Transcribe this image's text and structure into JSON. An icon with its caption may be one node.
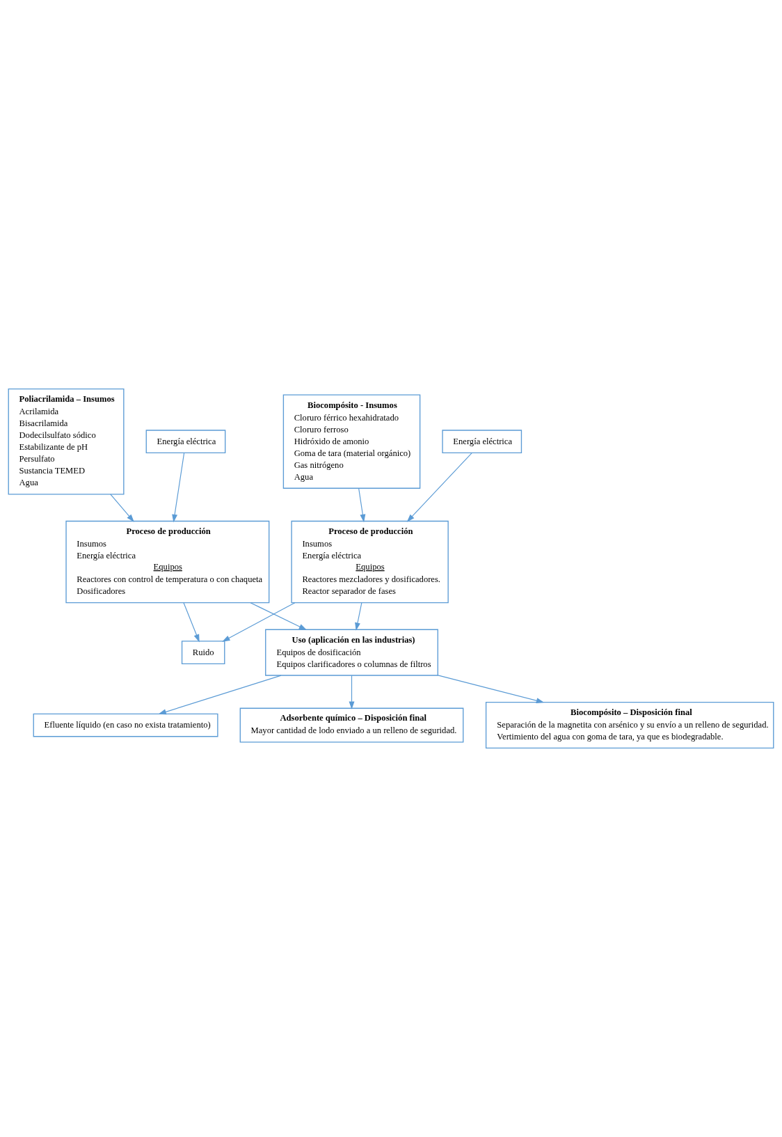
{
  "diagram": {
    "nodes": [
      {
        "text": [
          "Poliacrilamida – Insumos",
          "Acrilamida",
          "Bisacrilamida",
          "Dodecilsulfato sódico",
          "Estabilizante de pH",
          "Persulfato",
          "Sustancia TEMED",
          "Agua"
        ]
      },
      {
        "text": [
          "Biocompósito - Insumos",
          "Cloruro férrico hexahidratado",
          "Cloruro ferroso",
          "Hidróxido de amonio",
          "Goma de tara (material orgánico)",
          "Gas nitrógeno",
          "Agua"
        ]
      },
      {
        "text": [
          "Energía eléctrica"
        ]
      },
      {
        "text": [
          "Energía eléctrica"
        ]
      },
      {
        "text": [
          "Proceso de producción",
          "Insumos",
          "Energía eléctrica",
          "Equipos",
          "Reactores con control de temperatura o con chaqueta",
          "Dosificadores"
        ]
      },
      {
        "text": [
          "Proceso de producción",
          "Insumos",
          "Energía eléctrica",
          "Equipos",
          "Reactores mezcladores y dosificadores.",
          "Reactor separador de fases"
        ]
      },
      {
        "text": [
          "Ruido"
        ]
      },
      {
        "text": [
          "Uso (aplicación en las industrias)",
          "Equipos de dosificación",
          "Equipos clarificadores o columnas de filtros"
        ]
      },
      {
        "text": [
          "Efluente líquido (en caso no exista tratamiento)"
        ]
      },
      {
        "text": [
          "Adsorbente químico – Disposición final",
          "Mayor cantidad de lodo enviado a un relleno de seguridad."
        ]
      },
      {
        "text": [
          "Biocompósito – Disposición final",
          "Separación de la magnetita con arsénico y su envío a un relleno de seguridad.",
          "Vertimiento del agua con goma de tara, ya que es biodegradable."
        ]
      }
    ],
    "edges": [
      {
        "from": 0,
        "to": 4,
        "arrow": "to"
      },
      {
        "from": 2,
        "to": 4,
        "arrow": "to"
      },
      {
        "from": 1,
        "to": 5,
        "arrow": "to"
      },
      {
        "from": 3,
        "to": 5,
        "arrow": "to"
      },
      {
        "from": 4,
        "to": 7,
        "arrow": "to"
      },
      {
        "from": 5,
        "to": 7,
        "arrow": "to"
      },
      {
        "from": 4,
        "to": 6,
        "arrow": "to"
      },
      {
        "from": 5,
        "to": 6,
        "arrow": "to"
      },
      {
        "from": 7,
        "to": 8,
        "arrow": "to"
      },
      {
        "from": 7,
        "to": 9,
        "arrow": "to"
      },
      {
        "from": 7,
        "to": 10,
        "arrow": "to"
      }
    ]
  }
}
